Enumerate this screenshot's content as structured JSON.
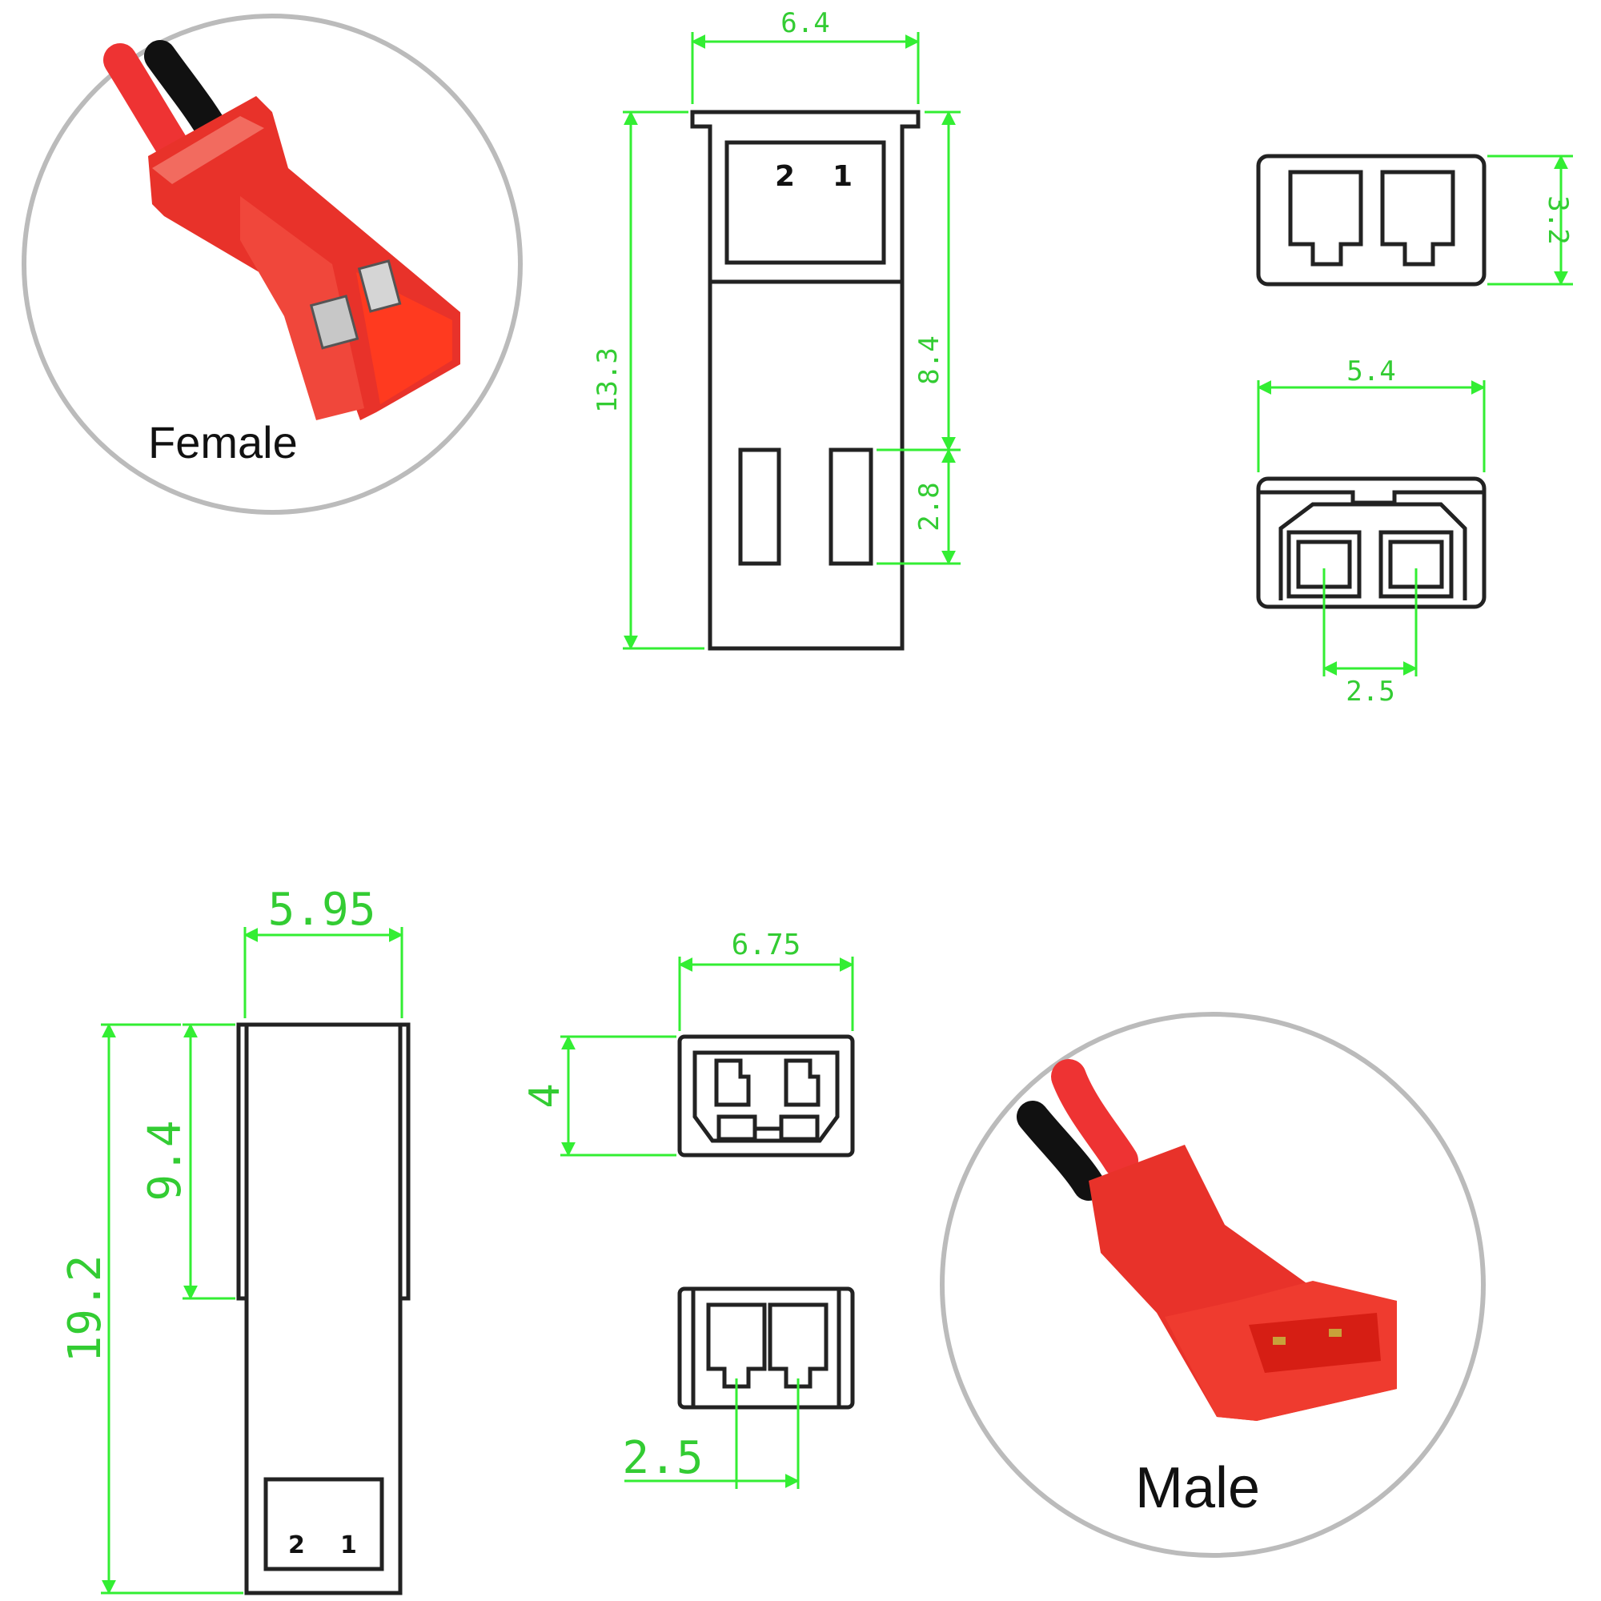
{
  "photos": {
    "female_label": "Female",
    "male_label": "Male"
  },
  "female_side": {
    "width": "6.4",
    "height": "13.3",
    "upper": "8.4",
    "slot": "2.8",
    "pin2": "2",
    "pin1": "1"
  },
  "female_rear": {
    "height": "3.2"
  },
  "female_front": {
    "width": "5.4",
    "pitch": "2.5"
  },
  "male_side": {
    "width": "5.95",
    "upper": "9.4",
    "height": "19.2",
    "pin2": "2",
    "pin1": "1"
  },
  "male_front": {
    "width": "6.75",
    "height": "4"
  },
  "male_rear": {
    "pitch": "2.5"
  },
  "colors": {
    "dimension": "#33ee33",
    "housing_red": "#e8322a",
    "outline": "#222222",
    "circle_border": "#bbbbbb"
  }
}
